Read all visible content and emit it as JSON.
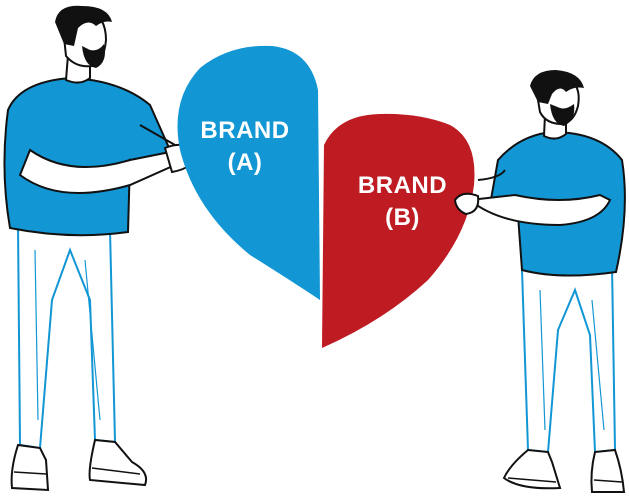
{
  "brand_a": {
    "name": "BRAND",
    "letter": "(A)"
  },
  "brand_b": {
    "name": "BRAND",
    "letter": "(B)"
  },
  "colors": {
    "brand_a_blue": "#1296d4",
    "brand_b_red": "#be1b22",
    "shirt_blue": "#1296d4",
    "outline": "#111111",
    "pants_outline": "#1296d4"
  },
  "icons": {
    "left_person": "person-illustration",
    "right_person": "person-illustration",
    "left_heart_half": "heart-half-left",
    "right_heart_half": "heart-half-right"
  }
}
